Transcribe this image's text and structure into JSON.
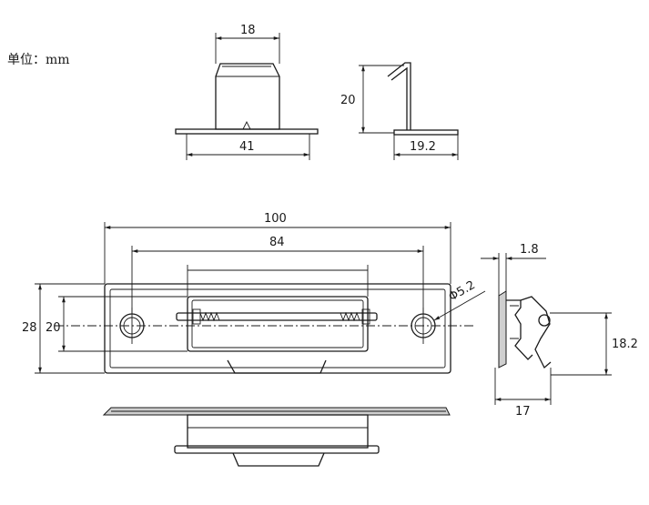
{
  "unit_label": "单位：mm",
  "dimensions": {
    "top_width": "18",
    "base_width": "41",
    "side_height": "20",
    "side_length": "19.2",
    "total_length": "100",
    "hole_spacing": "84",
    "total_height": "28",
    "inner_height": "20",
    "hole_diameter": "Φ5.2",
    "thickness": "1.8",
    "hinge_height": "18.2",
    "hinge_depth": "17"
  }
}
